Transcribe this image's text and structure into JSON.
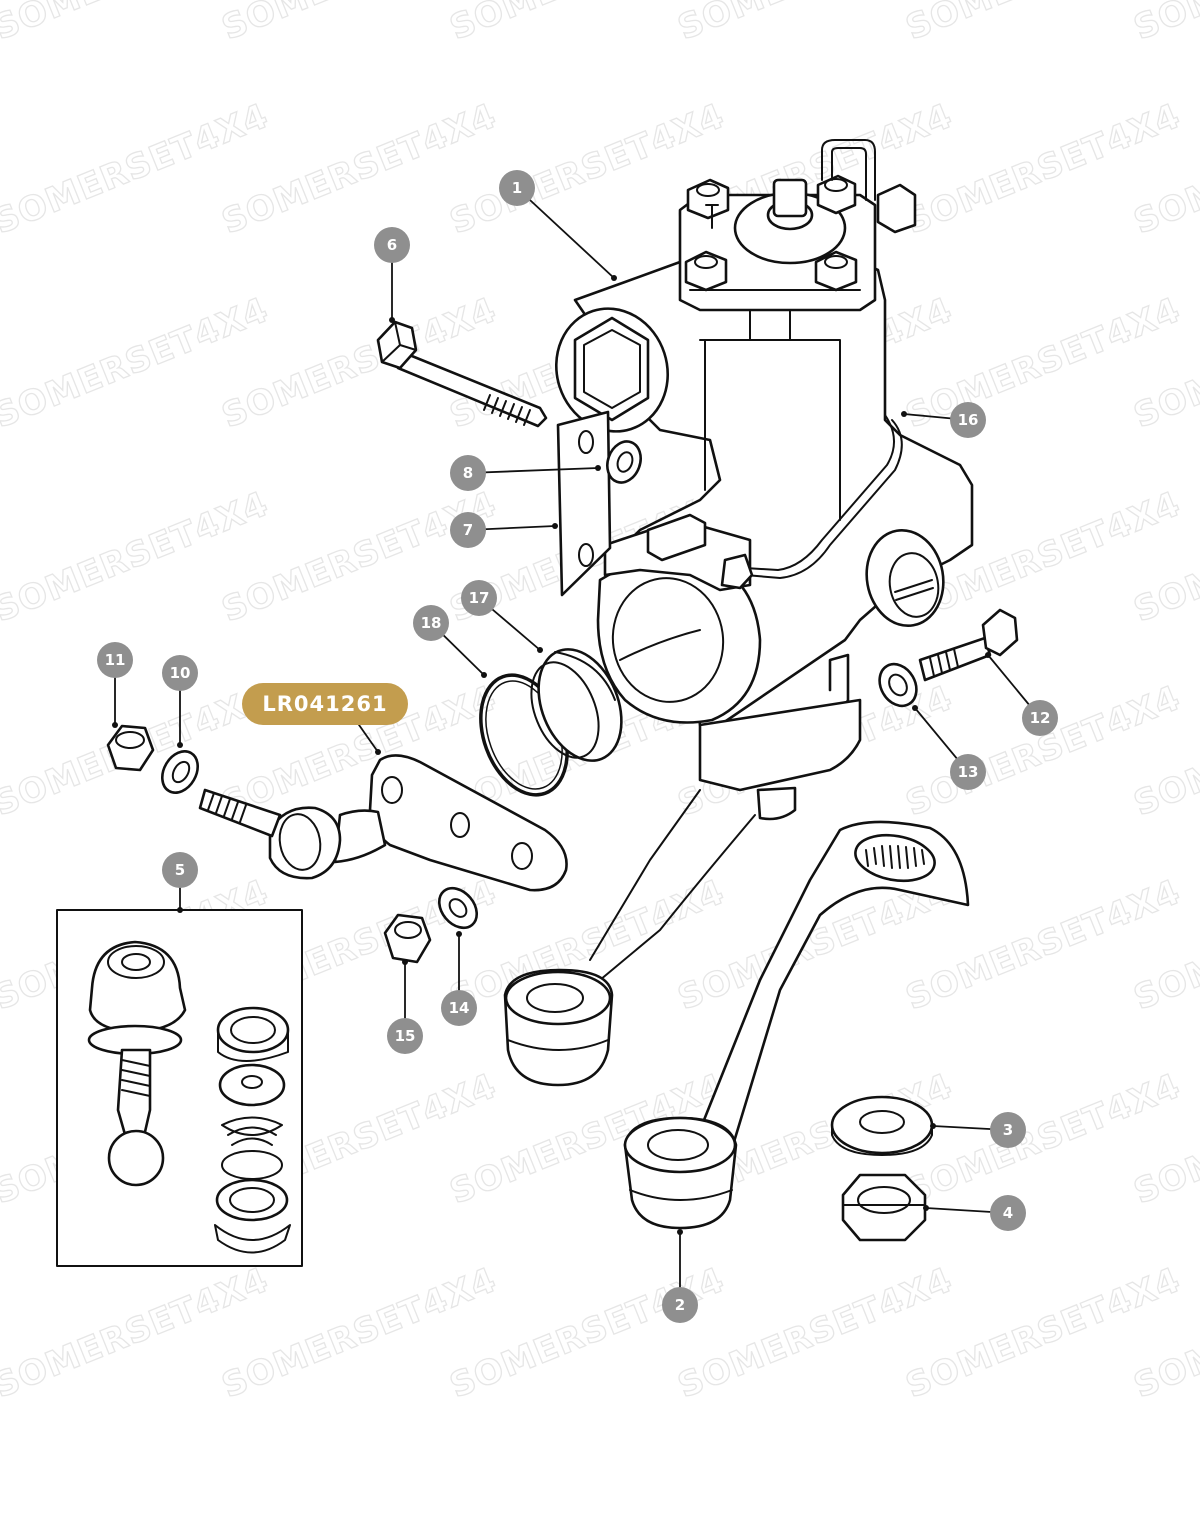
{
  "watermark": {
    "text": "SOMERSET4X4"
  },
  "highlight": {
    "label": "LR041261",
    "color": "#c39d4e"
  },
  "callouts": [
    "1",
    "2",
    "3",
    "4",
    "5",
    "6",
    "7",
    "8",
    "10",
    "11",
    "12",
    "13",
    "14",
    "15",
    "16",
    "17",
    "18"
  ],
  "colors": {
    "callout_fill": "#8f8f8f",
    "line": "#111111",
    "background": "#ffffff"
  }
}
